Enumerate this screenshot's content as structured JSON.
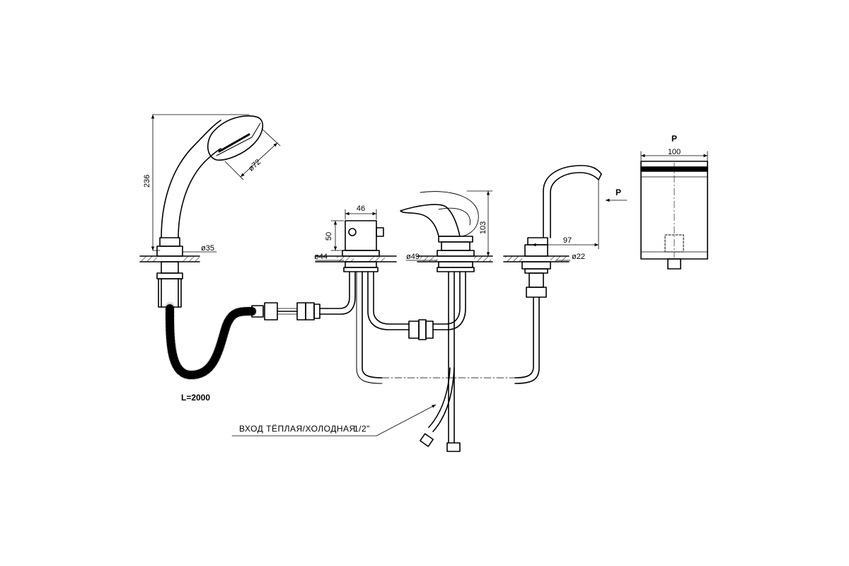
{
  "drawing": {
    "colors": {
      "ink": "#000000",
      "background": "#ffffff",
      "hatch": "#000000"
    },
    "labels": {
      "handshower_height": "236",
      "showerhead_diameter": "ø72",
      "handshower_base_diameter": "ø35",
      "hose_length": "L=2000",
      "diverter_width": "46",
      "diverter_height": "50",
      "diverter_base_diameter": "ø44",
      "mixer_base_diameter": "ø49",
      "mixer_height": "103",
      "spout_reach": "97",
      "spout_base_diameter": "ø22",
      "view_marker_arrow": "P",
      "view_title": "P",
      "view_width": "100",
      "inlet_note": "ВХОД  ТЁПЛАЯ/ХОЛОДНАЯ",
      "inlet_thread": "1/2\""
    }
  }
}
